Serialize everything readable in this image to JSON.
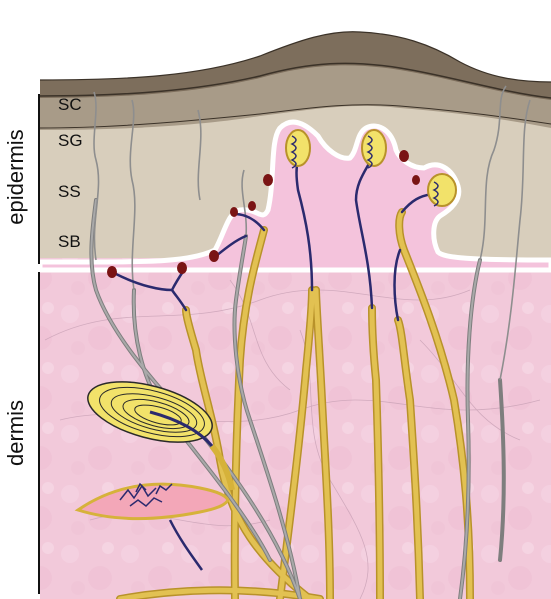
{
  "labels": {
    "layers": [
      "SC",
      "SG",
      "SS",
      "SB"
    ],
    "regions": [
      "epidermis",
      "dermis"
    ]
  },
  "colors": {
    "stratum_corneum": "#7d6e5c",
    "stratum_granulosum": "#a89b88",
    "stratum_spinosum": "#d8cebc",
    "dermis": "#f2c9da",
    "dermal_papilla": "#f4c3dc",
    "nerve_large": "#d6b23a",
    "nerve_thin": "#8c8c8c",
    "nerve_terminal": "#2b2a6e",
    "merkel_cell": "#7a1414",
    "corpuscle_fill": "#f2e26a",
    "ruffini_fill": "#f3a7b8"
  },
  "structures": [
    "meissner-corpuscle",
    "merkel-cell",
    "free-nerve-ending",
    "pacinian-corpuscle",
    "ruffini-ending"
  ]
}
